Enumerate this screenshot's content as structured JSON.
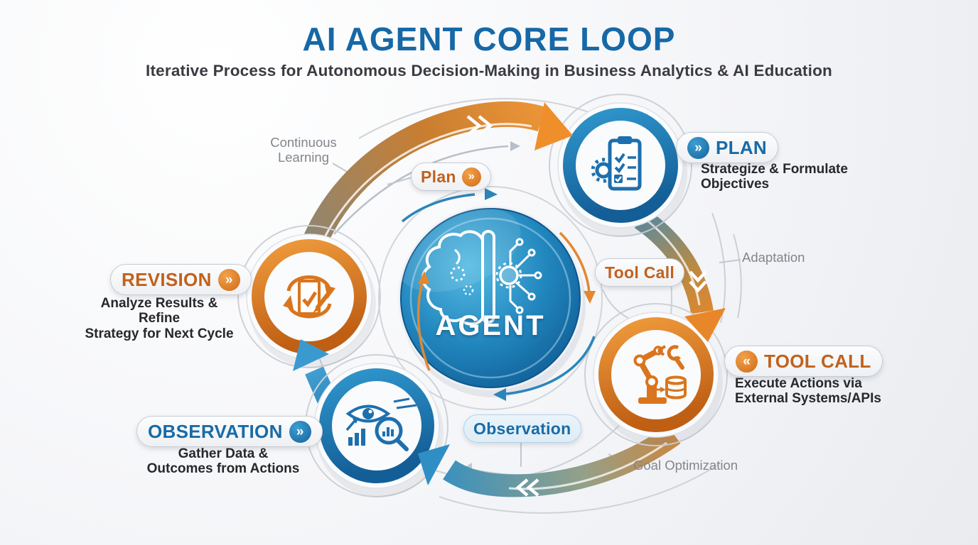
{
  "header": {
    "title": "AI AGENT CORE LOOP",
    "subtitle": "Iterative Process for Autonomous Decision-Making in Business Analytics & AI Education"
  },
  "center": {
    "label": "AGENT"
  },
  "nodes": {
    "plan": {
      "label": "PLAN",
      "chevron": "»",
      "description": "Strategize & Formulate\nObjectives"
    },
    "tool_call": {
      "label": "TOOL CALL",
      "chevron": "«",
      "description": "Execute Actions via\nExternal Systems/APIs"
    },
    "observation": {
      "label": "OBSERVATION",
      "chevron": "»",
      "description": "Gather Data &\nOutcomes from Actions"
    },
    "revision": {
      "label": "REVISION",
      "chevron": "»",
      "description": "Analyze Results & Refine\nStrategy for Next Cycle"
    }
  },
  "mini_pills": {
    "plan": {
      "label": "Plan",
      "chevron": "»"
    },
    "tool_call": {
      "label": "Tool Call"
    },
    "observation": {
      "label": "Observation"
    }
  },
  "loop_labels": {
    "continuous_learning": "Continuous\nLearning",
    "adaptation": "Adaptation",
    "goal_optimization": "Goal Optimization"
  },
  "colors": {
    "title_blue": "#1668a6",
    "node_blue": "#1d7ab4",
    "node_orange": "#d9751d",
    "arrow_blue": "#2f8fc4",
    "arrow_orange": "#ef8f2c",
    "gray_label": "#83858b"
  }
}
